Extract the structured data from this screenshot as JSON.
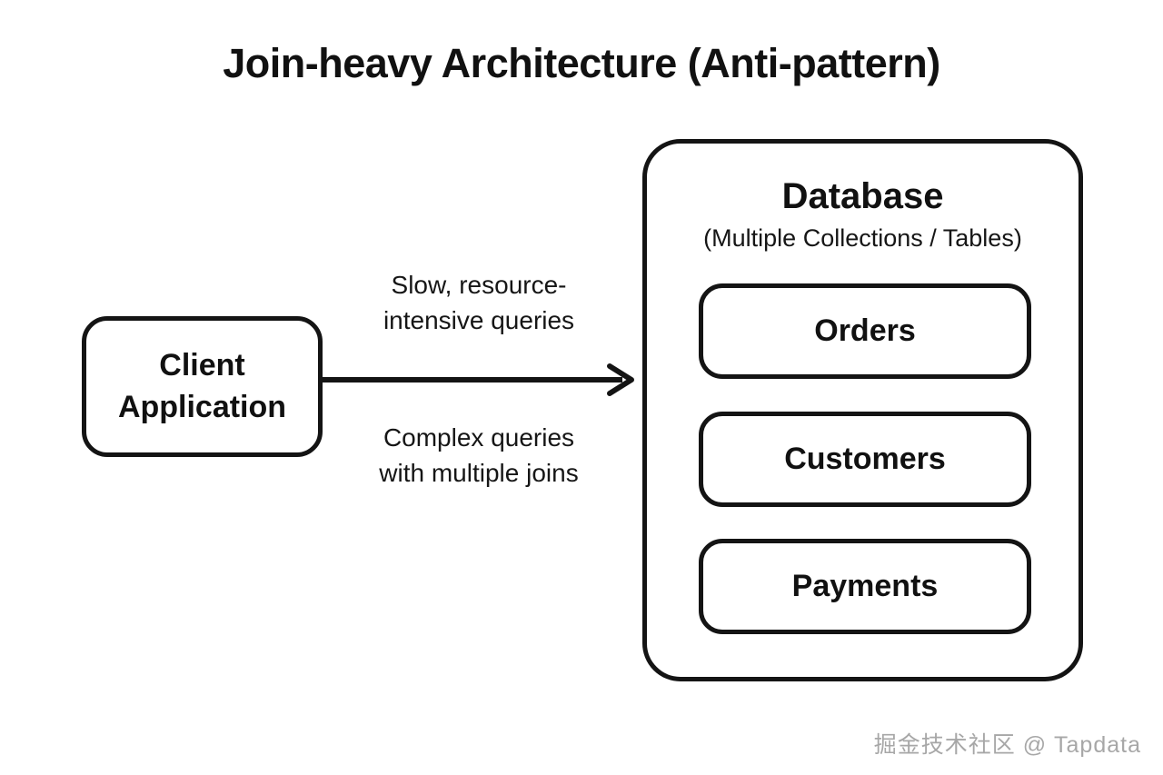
{
  "title": "Join-heavy Architecture (Anti-pattern)",
  "client": {
    "label": "Client\nApplication"
  },
  "arrow": {
    "label_top": "Slow, resource-\nintensive queries",
    "label_bottom": "Complex queries\nwith multiple joins"
  },
  "database": {
    "title": "Database",
    "subtitle": "(Multiple Collections / Tables)",
    "tables": [
      {
        "label": "Orders"
      },
      {
        "label": "Customers"
      },
      {
        "label": "Payments"
      }
    ]
  },
  "watermark": "掘金技术社区 @ Tapdata",
  "colors": {
    "stroke": "#141414",
    "background": "#ffffff",
    "watermark": "#919191"
  }
}
